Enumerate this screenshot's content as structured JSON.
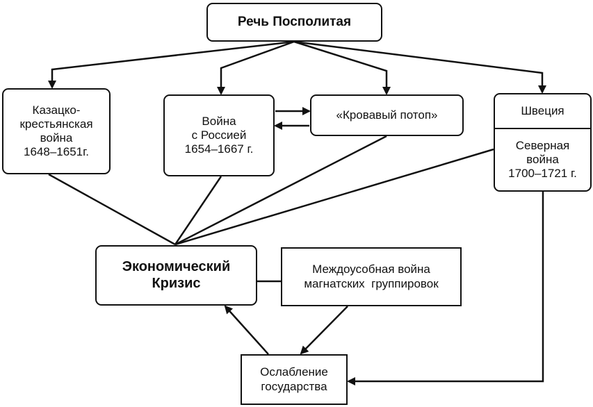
{
  "nodes": {
    "root": {
      "lines": [
        "Речь Посполитая"
      ]
    },
    "cossack_war": {
      "lines": [
        "Казацко-",
        "крестьянская",
        "война",
        "1648–1651г."
      ]
    },
    "war_russia": {
      "lines": [
        "Война",
        "с Россией",
        "1654–1667 г."
      ]
    },
    "deluge": {
      "lines": [
        "«Кровавый потоп»"
      ]
    },
    "sweden": {
      "title": "Швеция",
      "lines": [
        "Северная",
        "война",
        "1700–1721 г."
      ]
    },
    "crisis": {
      "lines": [
        "Экономический",
        "Кризис"
      ]
    },
    "feud_war": {
      "lines": [
        "Междоусобная война",
        "магнатских  группировок"
      ]
    },
    "weakening": {
      "lines": [
        "Ослабление",
        "государства"
      ]
    }
  },
  "edges": [
    {
      "from": "root",
      "to": "cossack_war",
      "type": "arrow"
    },
    {
      "from": "root",
      "to": "war_russia",
      "type": "arrow"
    },
    {
      "from": "root",
      "to": "deluge",
      "type": "arrow"
    },
    {
      "from": "root",
      "to": "sweden",
      "type": "arrow"
    },
    {
      "from": "war_russia",
      "to": "deluge",
      "type": "arrow"
    },
    {
      "from": "deluge",
      "to": "war_russia",
      "type": "arrow"
    },
    {
      "from": "cossack_war",
      "to": "crisis",
      "type": "line"
    },
    {
      "from": "war_russia",
      "to": "crisis",
      "type": "line"
    },
    {
      "from": "deluge",
      "to": "crisis",
      "type": "line"
    },
    {
      "from": "sweden",
      "to": "crisis",
      "type": "line"
    },
    {
      "from": "crisis",
      "to": "feud_war",
      "type": "line"
    },
    {
      "from": "feud_war",
      "to": "weakening",
      "type": "arrow"
    },
    {
      "from": "weakening",
      "to": "crisis",
      "type": "arrow"
    },
    {
      "from": "sweden",
      "to": "weakening",
      "type": "arrow"
    }
  ],
  "colors": {
    "stroke": "#111111",
    "background": "#ffffff"
  }
}
